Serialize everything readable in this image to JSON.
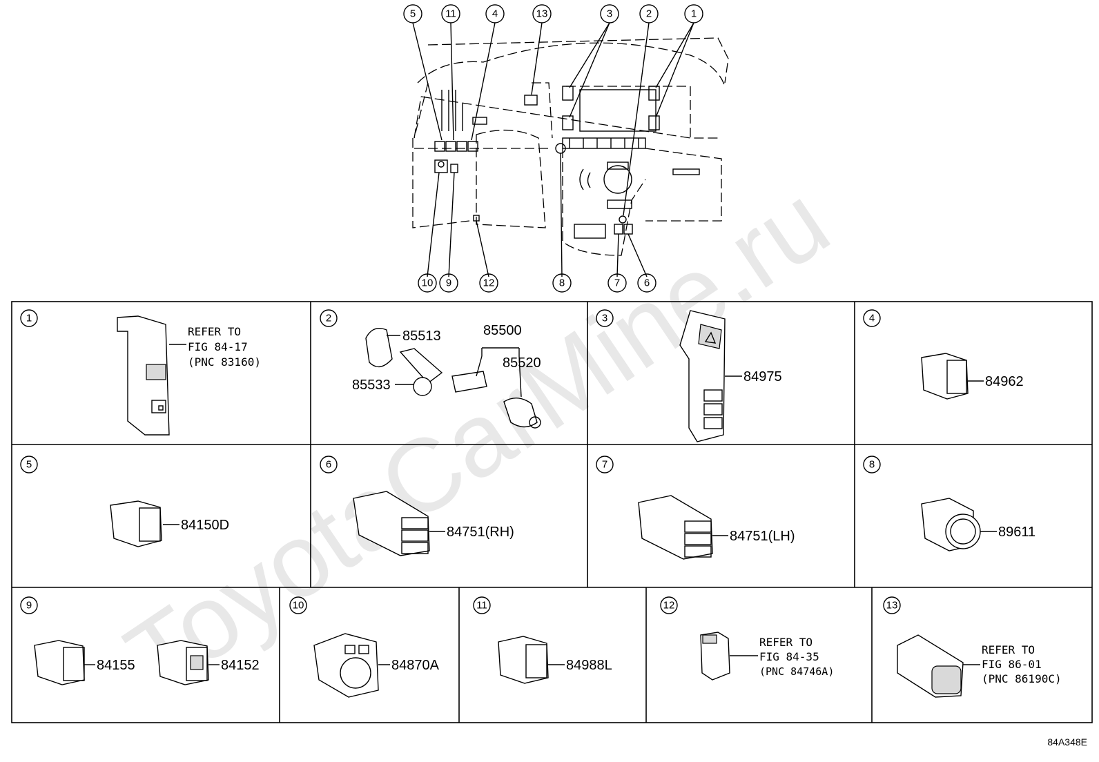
{
  "watermark": "ToyotaCarMine.ru",
  "drawing_code": "84A348E",
  "overview": {
    "callouts": [
      "5",
      "11",
      "4",
      "13",
      "3",
      "2",
      "1",
      "10",
      "9",
      "12",
      "8",
      "7",
      "6"
    ]
  },
  "cells": [
    {
      "num": "1",
      "parts": [],
      "refer": [
        "REFER TO",
        "FIG 84-17",
        "(PNC 83160)"
      ]
    },
    {
      "num": "2",
      "parts": [
        "85513",
        "85500",
        "85520",
        "85533"
      ],
      "refer": []
    },
    {
      "num": "3",
      "parts": [
        "84975"
      ],
      "refer": []
    },
    {
      "num": "4",
      "parts": [
        "84962"
      ],
      "refer": []
    },
    {
      "num": "5",
      "parts": [
        "84150D"
      ],
      "refer": []
    },
    {
      "num": "6",
      "parts": [
        "84751(RH)"
      ],
      "refer": []
    },
    {
      "num": "7",
      "parts": [
        "84751(LH)"
      ],
      "refer": []
    },
    {
      "num": "8",
      "parts": [
        "89611"
      ],
      "refer": []
    },
    {
      "num": "9",
      "parts": [
        "84155",
        "84152"
      ],
      "refer": []
    },
    {
      "num": "10",
      "parts": [
        "84870A"
      ],
      "refer": []
    },
    {
      "num": "11",
      "parts": [
        "84988L"
      ],
      "refer": []
    },
    {
      "num": "12",
      "parts": [],
      "refer": [
        "REFER TO",
        "FIG 84-35",
        "(PNC 84746A)"
      ]
    },
    {
      "num": "13",
      "parts": [],
      "refer": [
        "REFER TO",
        "FIG 86-01",
        "(PNC 86190C)"
      ]
    }
  ]
}
